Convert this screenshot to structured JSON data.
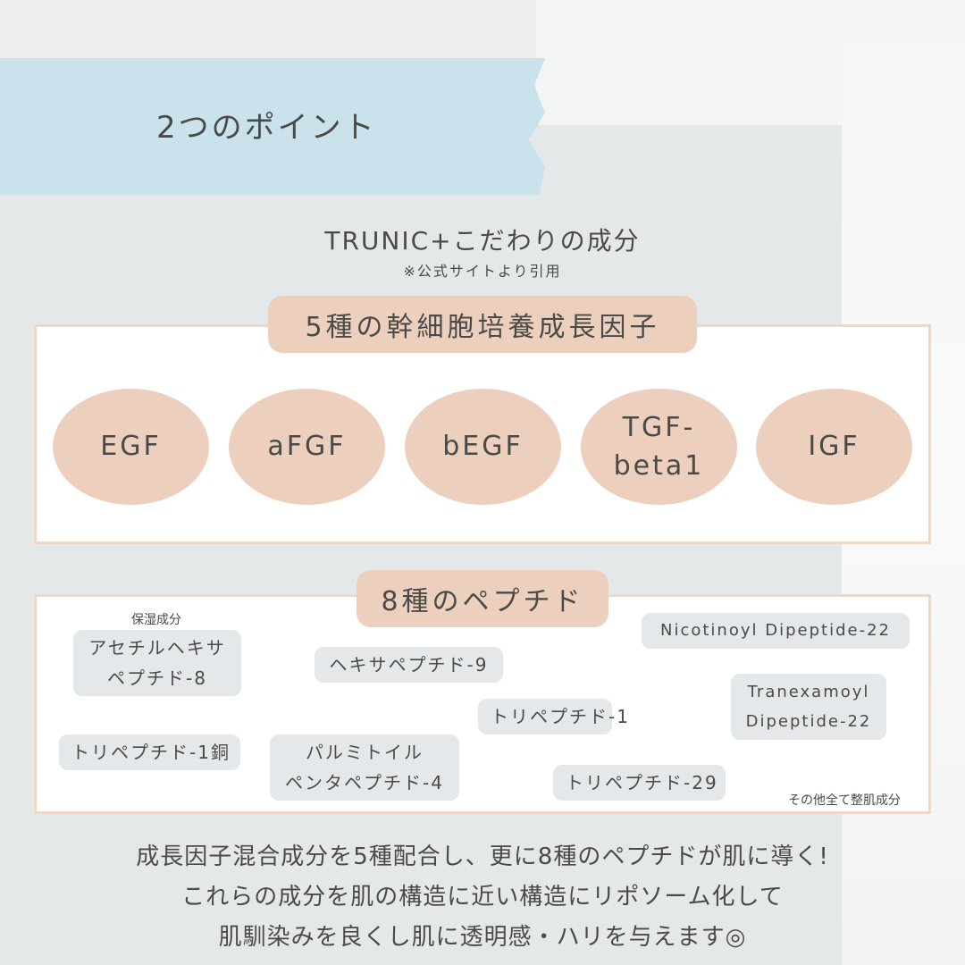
{
  "banner": {
    "title": "2つのポイント"
  },
  "heading": "TRUNIC+こだわりの成分",
  "source_note": "※公式サイトより引用",
  "growth": {
    "title": "5種の幹細胞培養成長因子",
    "items": [
      "EGF",
      "aFGF",
      "bEGF",
      "TGF-\nbeta1",
      "IGF"
    ]
  },
  "peptides": {
    "title": "8種のペプチド",
    "moisture_label": "保湿成分",
    "items": [
      "アセチルヘキサ\nペプチド-8",
      "ヘキサペプチド-9",
      "Nicotinoyl Dipeptide-22",
      "Tranexamoyl\nDipeptide-22",
      "トリペプチド-1",
      "トリペプチド-1銅",
      "パルミトイル\nペンタペプチド-4",
      "トリペプチド-29"
    ],
    "footnote": "その他全て整肌成分"
  },
  "summary": [
    "成長因子混合成分を5種配合し、更に8種のペプチドが肌に導く!",
    "これらの成分を肌の構造に近い構造にリポソーム化して",
    "肌馴染みを良くし肌に透明感・ハリを与えます◎"
  ]
}
